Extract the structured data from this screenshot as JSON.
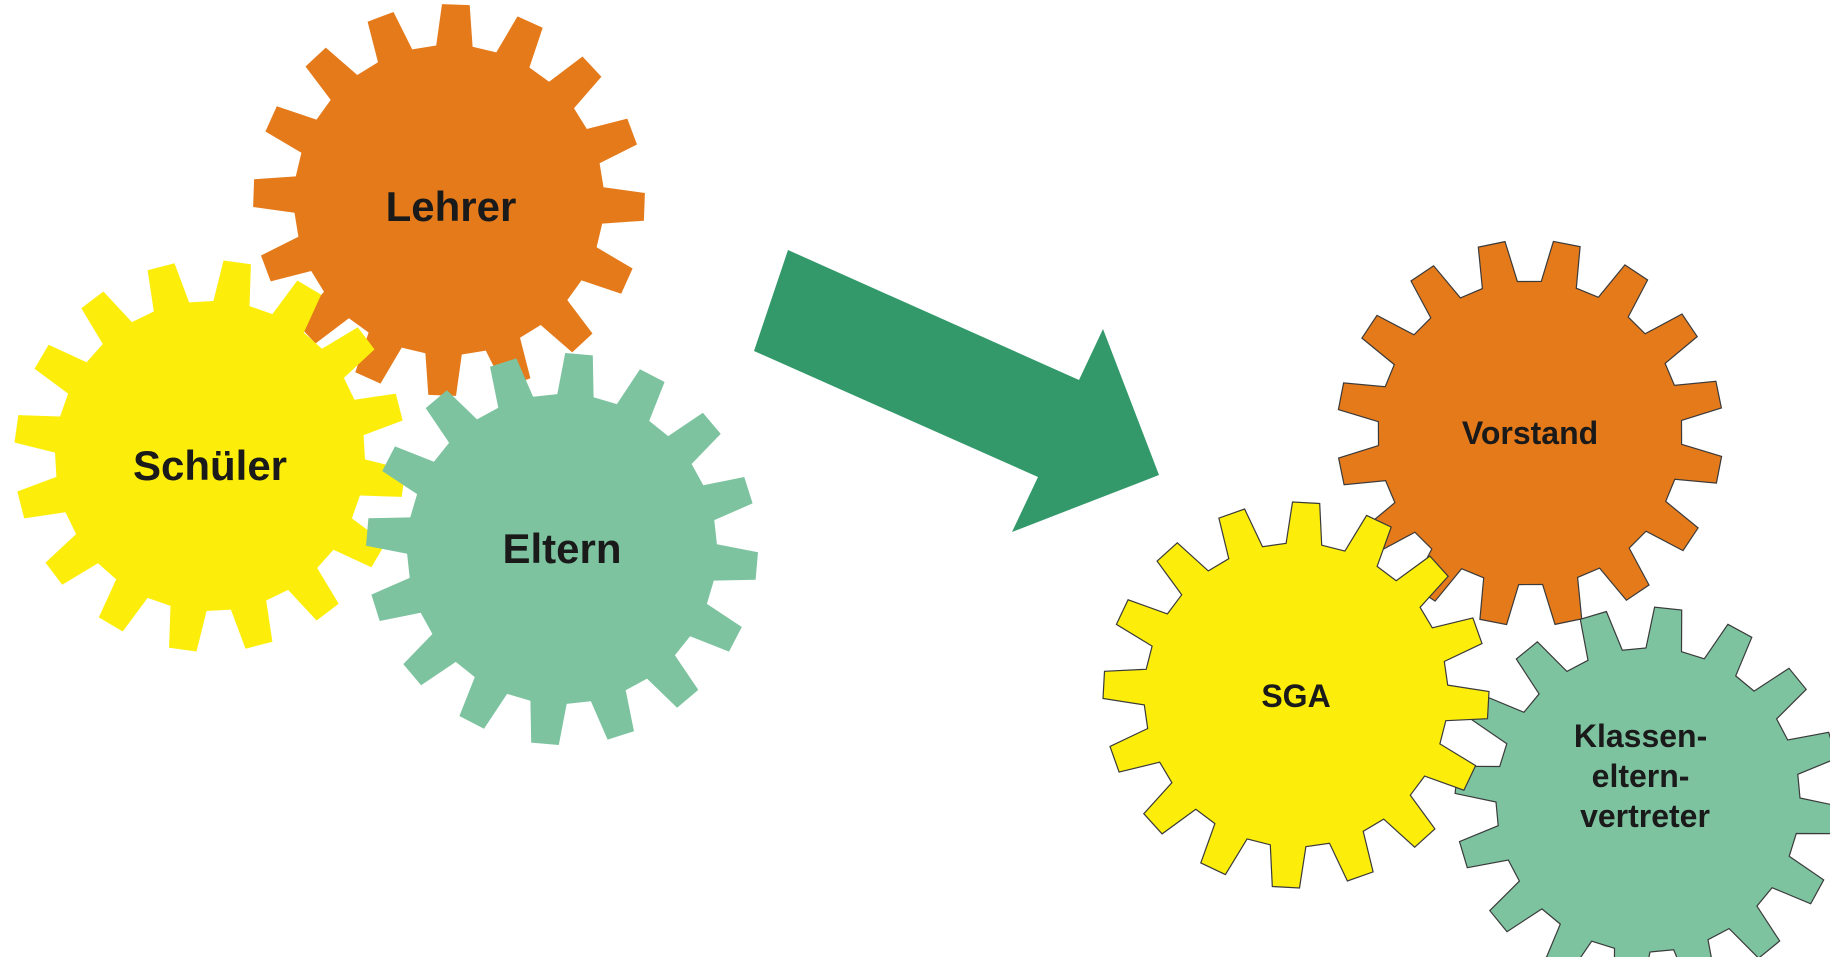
{
  "before": {
    "gears": [
      {
        "id": "lehrer",
        "label": "Lehrer",
        "color": "#E57A1B"
      },
      {
        "id": "schueler",
        "label": "Schüler",
        "color": "#FCEE0A"
      },
      {
        "id": "eltern",
        "label": "Eltern",
        "color": "#7DC3A0"
      }
    ]
  },
  "arrow": {
    "color": "#33996A"
  },
  "after": {
    "gears": [
      {
        "id": "vorstand",
        "label": "Vorstand",
        "color": "#E57A1B"
      },
      {
        "id": "sga",
        "label": "SGA",
        "color": "#FCEE0A"
      },
      {
        "id": "klasseneltern",
        "label": [
          "Klassen-",
          "eltern-",
          "vertreter"
        ],
        "color": "#7DC3A0"
      }
    ]
  }
}
